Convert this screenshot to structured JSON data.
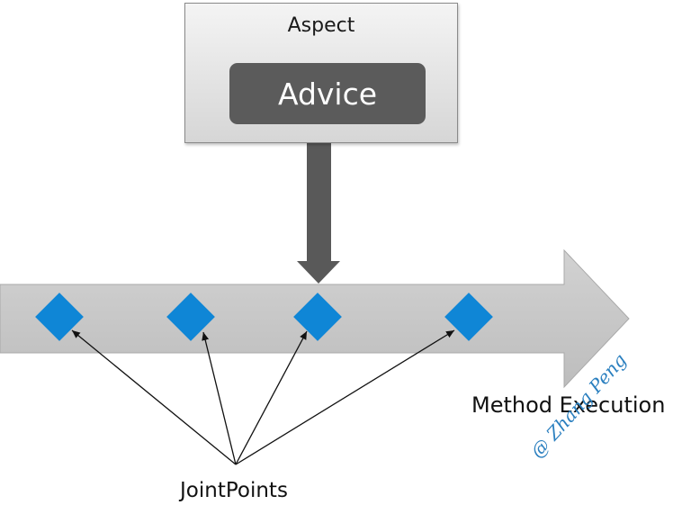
{
  "aspect": {
    "label": "Aspect"
  },
  "advice": {
    "label": "Advice"
  },
  "method": {
    "label": "Method Execution"
  },
  "joinpoints": {
    "label": "JointPoints",
    "count": 4
  },
  "watermark": {
    "text": "@ Zhang Peng"
  },
  "colors": {
    "advice_fill": "#5b5b5b",
    "arrow_fill": "#595959",
    "band_fill": "#c8c8c8",
    "diamond_fill": "#0f86d6"
  }
}
